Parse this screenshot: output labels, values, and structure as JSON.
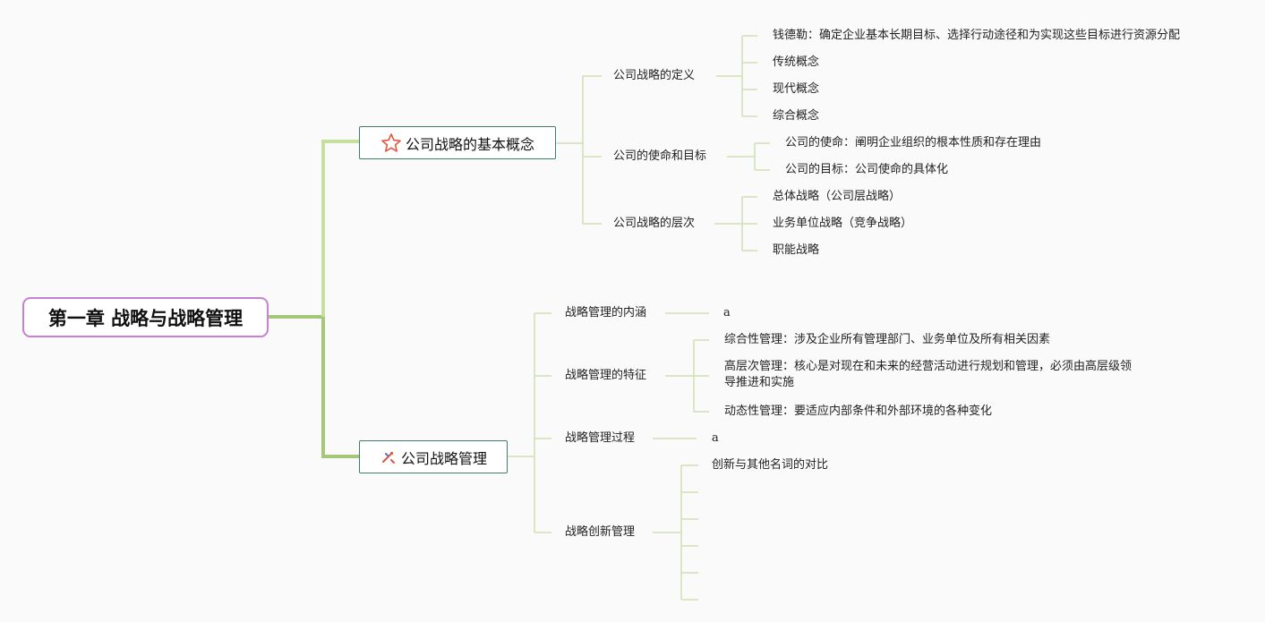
{
  "root": {
    "label": "第一章 战略与战略管理"
  },
  "branches": [
    {
      "label": "公司战略的基本概念",
      "icon": "star-icon",
      "subtopics": [
        {
          "label": "公司战略的定义",
          "items": [
            "钱德勒：确定企业基本长期目标、选择行动途径和为实现这些目标进行资源分配",
            "传统概念",
            "现代概念",
            "综合概念"
          ]
        },
        {
          "label": "公司的使命和目标",
          "items": [
            "公司的使命：阐明企业组织的根本性质和存在理由",
            "公司的目标：公司使命的具体化"
          ]
        },
        {
          "label": "公司战略的层次",
          "items": [
            "总体战略（公司层战略）",
            "业务单位战略（竞争战略）",
            "职能战略"
          ]
        }
      ]
    },
    {
      "label": "公司战略管理",
      "icon": "tools-icon",
      "subtopics": [
        {
          "label": "战略管理的内涵",
          "items": [
            "a"
          ]
        },
        {
          "label": "战略管理的特征",
          "items": [
            "综合性管理：涉及企业所有管理部门、业务单位及所有相关因素",
            "高层次管理：核心是对现在和未来的经营活动进行规划和管理，必须由高层级领导推进和实施",
            "动态性管理：要适应内部条件和外部环境的各种变化"
          ],
          "wrapped_item": {
            "line1": "高层次管理：核心是对现在和未来的经营活动进行规划和管理，必须由高层级领",
            "line2": "导推进和实施"
          }
        },
        {
          "label": "战略管理过程",
          "items": [
            "a"
          ]
        },
        {
          "label": "战略创新管理",
          "items": [
            "创新与其他名词的对比",
            "",
            "",
            "",
            "",
            ""
          ]
        }
      ]
    }
  ],
  "colors": {
    "root_border": "#c97fd4",
    "topic_border": "#3f7e6c",
    "main_line": "#a5c878",
    "sub_line": "#cfe0b4",
    "star_icon": "#e5533f",
    "tools_icon": "#e5533f"
  }
}
